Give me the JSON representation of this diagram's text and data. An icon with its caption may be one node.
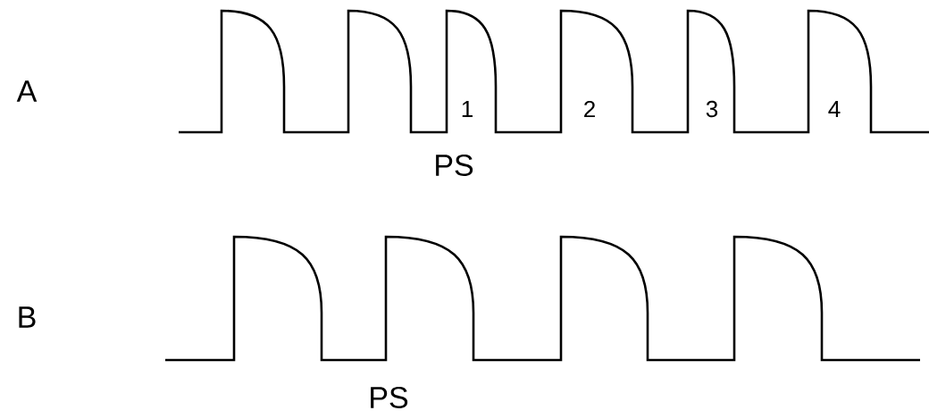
{
  "diagram": {
    "labels": [
      "A",
      "1",
      "2",
      "3",
      "4",
      "PS",
      "B",
      "PS"
    ]
  }
}
